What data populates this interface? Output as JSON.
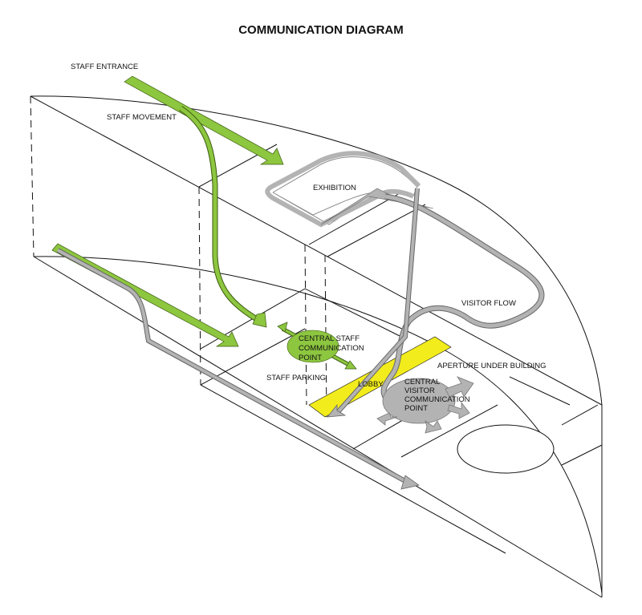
{
  "title": "COMMUNICATION DIAGRAM",
  "labels": {
    "staff_entrance": "STAFF ENTRANCE",
    "staff_movement": "STAFF MOVEMENT",
    "exhibition": "EXHIBITION",
    "visitor_flow": "VISITOR FLOW",
    "central_staff_1": "CENTRAL STAFF",
    "central_staff_2": "COMMUNICATION",
    "central_staff_3": "POINT",
    "staff_parking": "STAFF PARKING",
    "lobby": "LOBBY",
    "aperture": "APERTURE UNDER BUILDING",
    "central_visitor_1": "CENTRAL",
    "central_visitor_2": "VISITOR",
    "central_visitor_3": "COMMUNICATION",
    "central_visitor_4": "POINT"
  },
  "colors": {
    "staff": "#8dc63f",
    "visitor": "#b3b3b3",
    "lobby": "#f2ec1c",
    "line": "#111111"
  }
}
